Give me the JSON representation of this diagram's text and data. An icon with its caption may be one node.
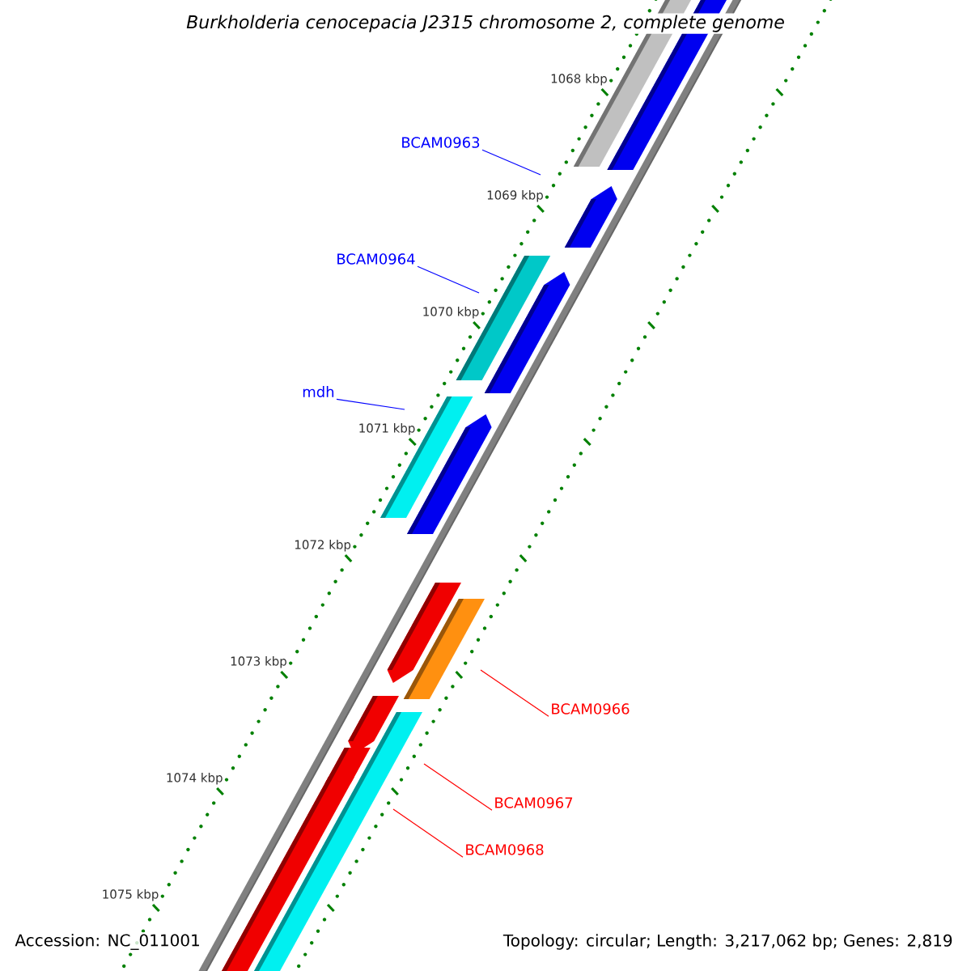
{
  "diagram": {
    "title": "Burkholderia cenocepacia J2315 chromosome 2, complete genome",
    "nodes": [
      {
        "text": [
          "BCAM0963"
        ]
      },
      {
        "text": [
          "BCAM0964"
        ]
      },
      {
        "text": [
          "mdh"
        ]
      },
      {
        "text": [
          "BCAM0966"
        ]
      },
      {
        "text": [
          "BCAM0967"
        ]
      },
      {
        "text": [
          "BCAM0968"
        ]
      }
    ],
    "edges": [
      {
        "from": 0,
        "to": null,
        "arrow": "none",
        "color": "#0000ff"
      },
      {
        "from": 1,
        "to": null,
        "arrow": "none",
        "color": "#0000ff"
      },
      {
        "from": 2,
        "to": null,
        "arrow": "none",
        "color": "#0000ff"
      },
      {
        "from": 3,
        "to": null,
        "arrow": "none",
        "color": "#ff0000"
      },
      {
        "from": 4,
        "to": null,
        "arrow": "none",
        "color": "#ff0000"
      },
      {
        "from": 5,
        "to": null,
        "arrow": "none",
        "color": "#ff0000"
      }
    ],
    "labels": [
      "1068 kbp",
      "1069 kbp",
      "1070 kbp",
      "1071 kbp",
      "1072 kbp",
      "1073 kbp",
      "1074 kbp",
      "1075 kbp",
      "Accession: NC_011001",
      "Topology: circular; Length: 3,217,062 bp; Genes: 2,819"
    ]
  }
}
